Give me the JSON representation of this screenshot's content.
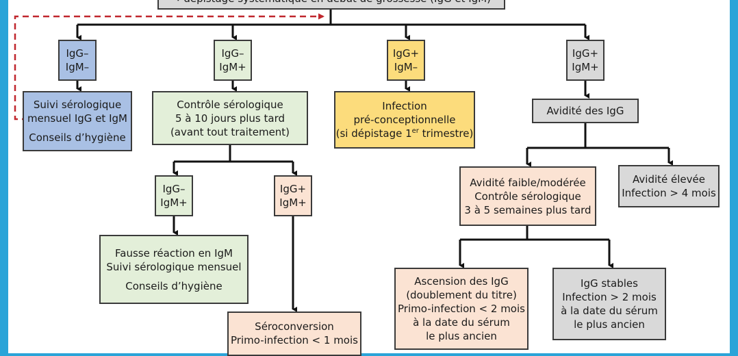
{
  "top": {
    "line1": "→ dépistage systématique en début de grossesse (IgG et IgM)"
  },
  "n1": {
    "l1": "IgG–",
    "l2": "IgM–"
  },
  "n2": {
    "l1": "IgG–",
    "l2": "IgM+"
  },
  "n3": {
    "l1": "IgG+",
    "l2": "IgM–"
  },
  "n4": {
    "l1": "IgG+",
    "l2": "IgM+"
  },
  "suivi": {
    "l1": "Suivi sérologique",
    "l2": "mensuel IgG et IgM",
    "l3": "Conseils d’hygiène"
  },
  "controle": {
    "l1": "Contrôle sérologique",
    "l2": "5 à 10 jours plus tard",
    "l3": "(avant tout traitement)"
  },
  "infection": {
    "l1": "Infection",
    "l2": "pré-conceptionnelle",
    "l3a": "(si dépistage 1",
    "l3sup": "er",
    "l3b": " trimestre)"
  },
  "avidite": {
    "l1": "Avidité des IgG"
  },
  "n5": {
    "l1": "IgG–",
    "l2": "IgM+"
  },
  "n6": {
    "l1": "IgG+",
    "l2": "IgM+"
  },
  "fausse": {
    "l1": "Fausse réaction en IgM",
    "l2": "Suivi sérologique mensuel",
    "l3": "Conseils d’hygiène"
  },
  "sero": {
    "l1": "Séroconversion",
    "l2": "Primo-infection < 1 mois"
  },
  "faible": {
    "l1": "Avidité faible/modérée",
    "l2": "Contrôle sérologique",
    "l3": "3 à 5 semaines plus tard"
  },
  "elevee": {
    "l1": "Avidité élevée",
    "l2": "Infection > 4 mois"
  },
  "ascension": {
    "l1": "Ascension des IgG",
    "l2": "(doublement du titre)",
    "l3": "Primo-infection < 2 mois",
    "l4": "à la date du sérum",
    "l5": "le plus ancien"
  },
  "stables": {
    "l1": "IgG stables",
    "l2": "Infection > 2 mois",
    "l3": "à la date du sérum",
    "l4": "le plus ancien"
  },
  "colors": {
    "blue": "#a9c0e4",
    "green": "#e3efd9",
    "yellow": "#fcdc7c",
    "peach": "#fbe3d3",
    "grey": "#d9d9d9",
    "dashed": "#c0272d",
    "border": "#2aa4d8"
  }
}
